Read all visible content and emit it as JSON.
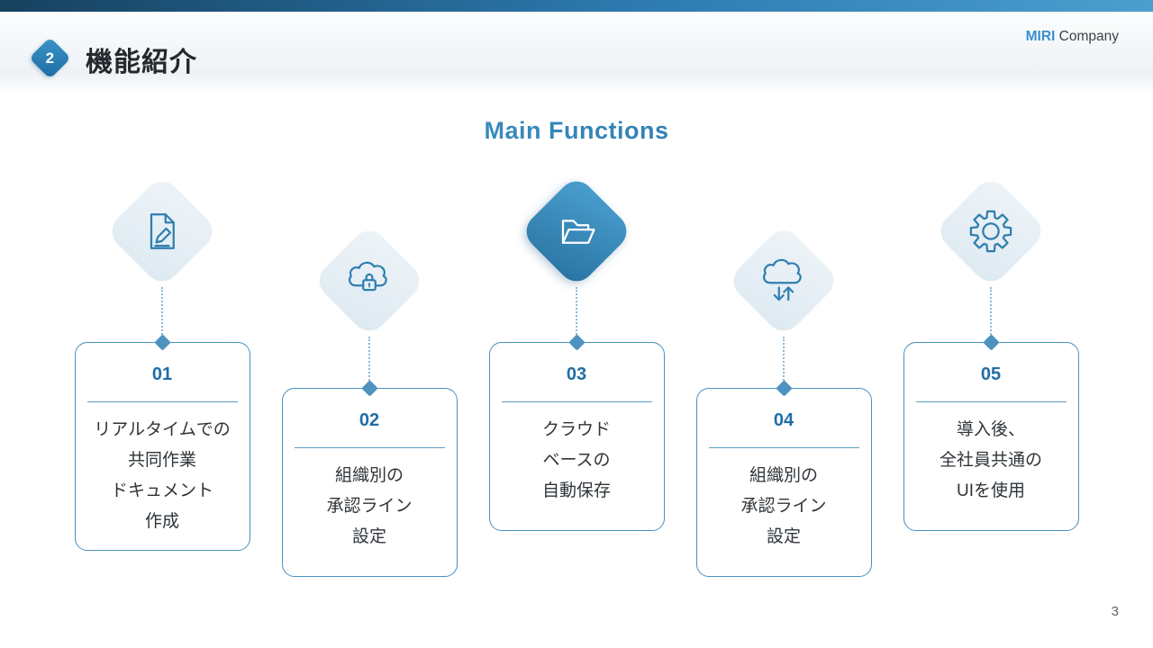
{
  "slide": {
    "badge_number": "2",
    "title": "機能紹介",
    "logo": {
      "brand": "MIRI",
      "suffix": "Company"
    },
    "heading": "Main Functions",
    "page_number": "3"
  },
  "colors": {
    "accent_blue": "#2e7fae",
    "topbar_gradient": [
      "#16415f",
      "#2d7ab0",
      "#4b9ecf"
    ],
    "active_diamond_gradient": [
      "#4aa0cf",
      "#2a73a3"
    ],
    "light_diamond_bg": "#e4edf4",
    "card_border": "#4791c2",
    "number_color": "#1f6ea6",
    "body_text": "#2f3439"
  },
  "features": [
    {
      "number": "01",
      "icon": "document-edit-icon",
      "active": false,
      "lines": [
        "リアルタイムでの",
        "共同作業",
        "ドキュメント",
        "作成"
      ]
    },
    {
      "number": "02",
      "icon": "cloud-lock-icon",
      "active": false,
      "lines": [
        "組織別の",
        "承認ライン",
        "設定"
      ]
    },
    {
      "number": "03",
      "icon": "folder-open-icon",
      "active": true,
      "lines": [
        "クラウド",
        "ベースの",
        "自動保存"
      ]
    },
    {
      "number": "04",
      "icon": "cloud-sync-icon",
      "active": false,
      "lines": [
        "組織別の",
        "承認ライン",
        "設定"
      ]
    },
    {
      "number": "05",
      "icon": "gear-icon",
      "active": false,
      "lines": [
        "導入後、",
        "全社員共通の",
        "UIを使用"
      ]
    }
  ]
}
